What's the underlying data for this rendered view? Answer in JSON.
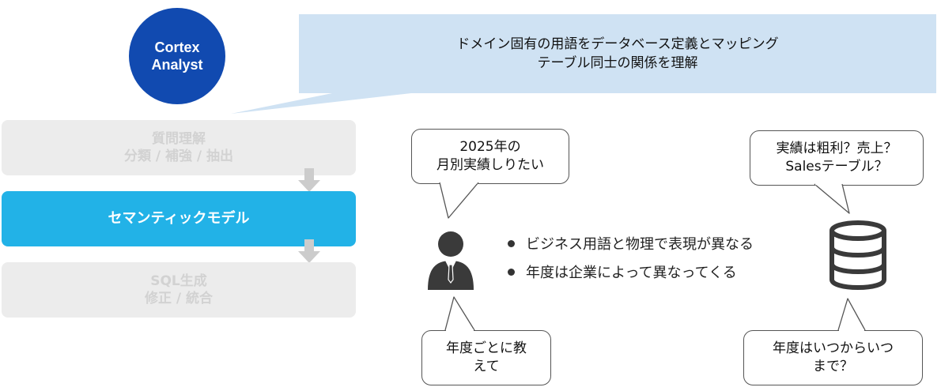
{
  "logo": {
    "line1": "Cortex",
    "line2": "Analyst"
  },
  "banner": {
    "line1": "ドメイン固有の用語をデータベース定義とマッピング",
    "line2": "テーブル同士の関係を理解"
  },
  "steps": [
    {
      "line1": "質問理解",
      "line2": "分類 / 補強 / 抽出",
      "state": "dim"
    },
    {
      "line1": "セマンティックモデル",
      "state": "active"
    },
    {
      "line1": "SQL生成",
      "line2": "修正 / 統合",
      "state": "dim"
    }
  ],
  "bubbles": {
    "user_question": {
      "line1": "2025年の",
      "line2": "月別実績しりたい"
    },
    "user_answer": {
      "line1": "年度ごとに教",
      "line2": "えて"
    },
    "db_question1": {
      "line1": "実績は粗利？売上？",
      "line2": "Salesテーブル？"
    },
    "db_question2": {
      "line1": "年度はいつからいつ",
      "line2": "まで？"
    }
  },
  "bullets": [
    "ビジネス用語と物理で表現が異なる",
    "年度は企業によって異なってくる"
  ],
  "colors": {
    "logo_bg": "#114ab0",
    "banner_bg": "#cfe2f3",
    "active_step": "#22b2e7",
    "dim_step": "#ececec",
    "arrow": "#cccccc",
    "icon": "#3a3a3a"
  },
  "icons": {
    "user": "person-icon",
    "database": "database-icon",
    "arrow": "arrow-down-icon"
  }
}
